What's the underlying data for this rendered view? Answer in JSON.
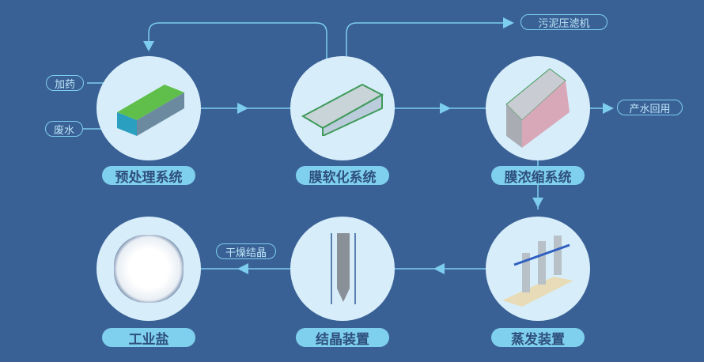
{
  "stages": [
    {
      "label": "预处理系统"
    },
    {
      "label": "膜软化系统"
    },
    {
      "label": "膜浓缩系统"
    },
    {
      "label": "蒸发装置"
    },
    {
      "label": "结晶装置"
    },
    {
      "label": "工业盐"
    }
  ],
  "tags": {
    "dosing": "加药",
    "wastewater": "废水",
    "sludge": "污泥压滤机",
    "reuse": "产水回用",
    "drying": "干燥结晶"
  },
  "colors": {
    "background": "#3a6195",
    "line": "#7ccdee",
    "circle": "#d7eefa",
    "pill": "#7fd0ef"
  }
}
